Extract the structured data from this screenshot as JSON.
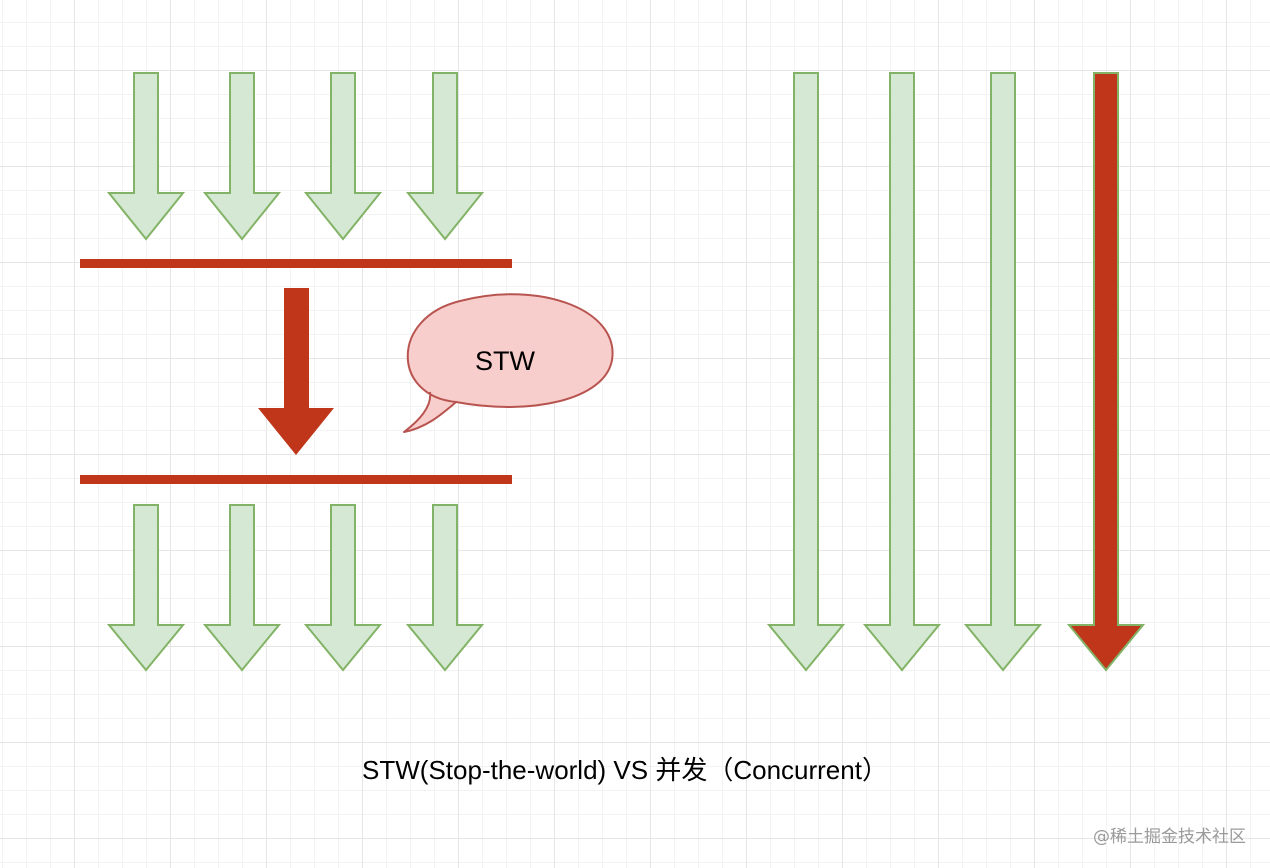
{
  "diagram": {
    "bubble_label": "STW",
    "caption": "STW(Stop-the-world) VS 并发（Concurrent）",
    "watermark": "@稀土掘金技术社区"
  },
  "colors": {
    "green_fill": "#d5e8d4",
    "green_stroke": "#82b366",
    "red_fill": "#c0361a",
    "bubble_fill": "#f8cecc",
    "bubble_stroke": "#b85450"
  },
  "icons": [
    "down-arrow-icon",
    "speech-bubble-icon"
  ]
}
